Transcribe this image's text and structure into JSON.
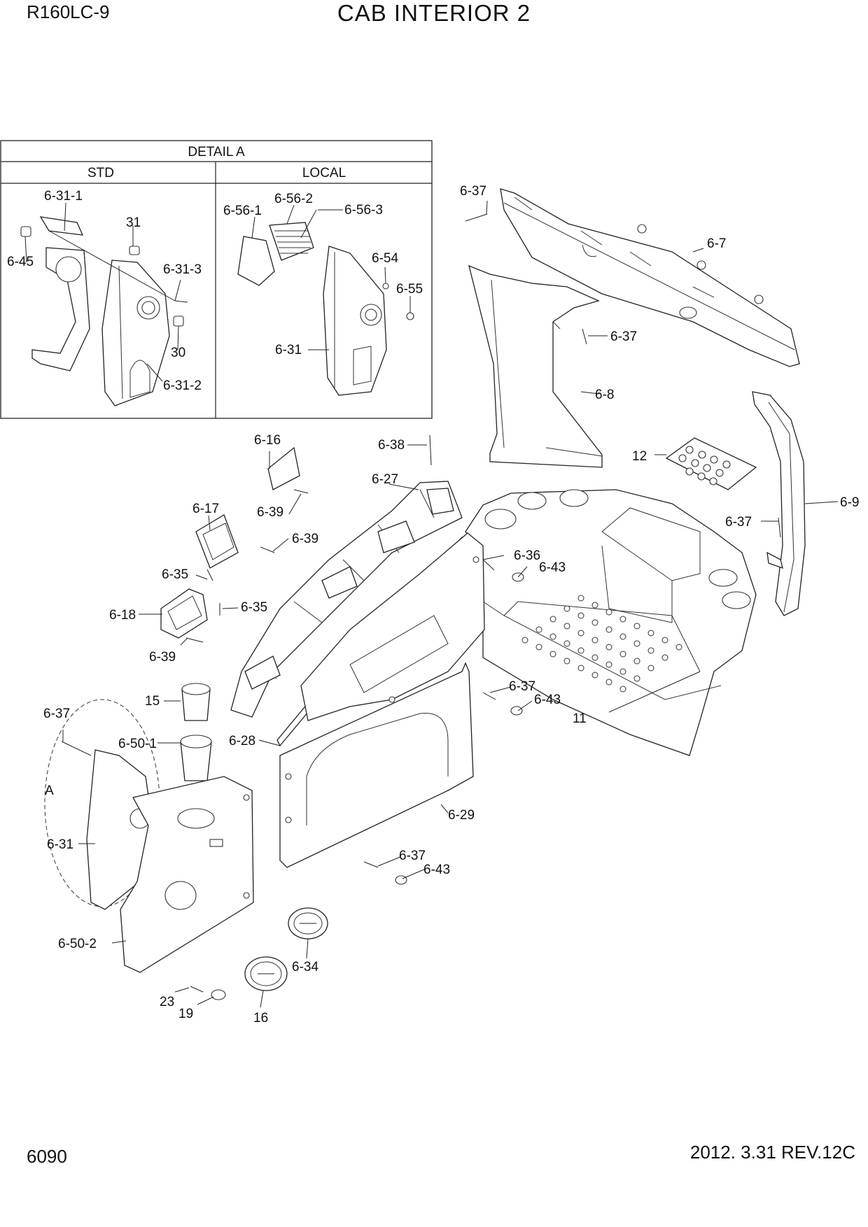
{
  "header": {
    "model": "R160LC-9",
    "title": "CAB INTERIOR 2"
  },
  "footer": {
    "page_number": "6090",
    "revision": "2012. 3.31  REV.12C"
  },
  "detail": {
    "title": "DETAIL A",
    "columns": [
      "STD",
      "LOCAL"
    ]
  },
  "labels": [
    "6-31-1",
    "31",
    "6-45",
    "6-31-3",
    "30",
    "6-31-2",
    "6-56-1",
    "6-56-2",
    "6-56-3",
    "6-54",
    "6-55",
    "6-31",
    "6-37",
    "6-7",
    "6-37",
    "6-8",
    "12",
    "6-9",
    "6-37",
    "6-16",
    "6-38",
    "6-27",
    "6-39",
    "6-17",
    "6-39",
    "6-36",
    "6-43",
    "6-35",
    "6-35",
    "6-18",
    "6-39",
    "15",
    "6-37",
    "6-43",
    "11",
    "6-37",
    "6-50-1",
    "6-28",
    "A",
    "6-31",
    "6-29",
    "6-37",
    "6-43",
    "6-34",
    "6-50-2",
    "23",
    "19",
    "16"
  ],
  "callout": "A"
}
